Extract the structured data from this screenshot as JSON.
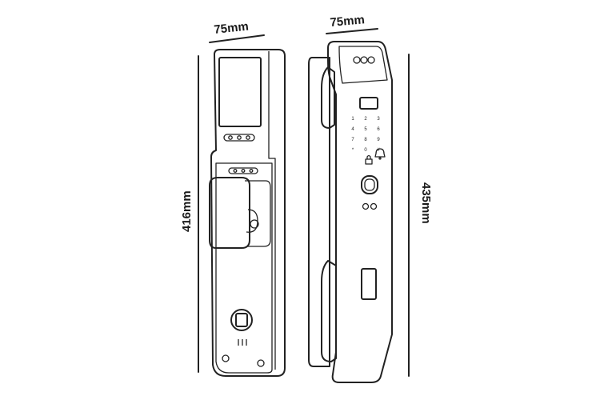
{
  "dimensions": {
    "front_width": "75mm",
    "front_height": "416mm",
    "side_width": "75mm",
    "side_height": "435mm"
  },
  "keypad": {
    "keys": [
      "1",
      "2",
      "3",
      "4",
      "5",
      "6",
      "7",
      "8",
      "9",
      "*",
      "0",
      "#"
    ]
  },
  "colors": {
    "line": "#222222",
    "background": "#ffffff"
  },
  "icons": [
    "doorbell-icon",
    "lock-icon"
  ]
}
